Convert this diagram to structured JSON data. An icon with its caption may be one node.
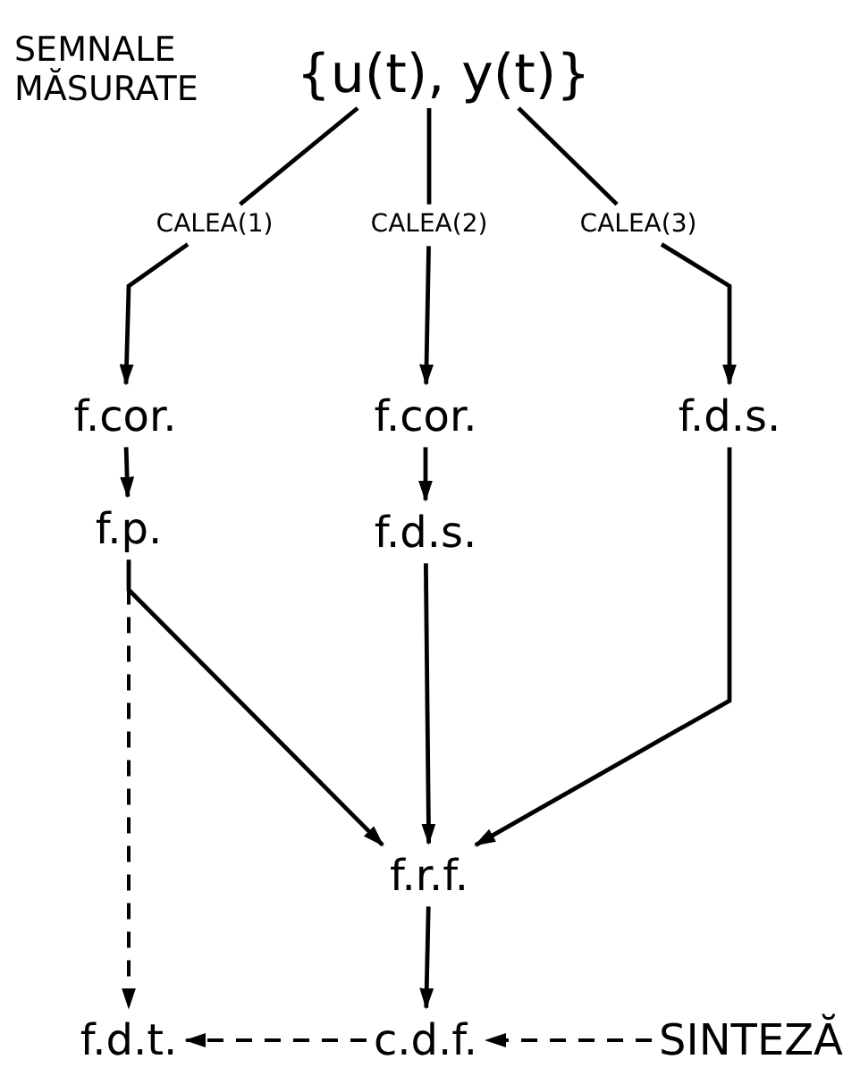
{
  "diagram": {
    "nodes": [
      {
        "text": [
          "{u(t), y(t)}"
        ],
        "beside": [
          "SEMNALE MĂSURATE"
        ]
      },
      {
        "text": [
          "CALEA(1)"
        ]
      },
      {
        "text": [
          "CALEA(2)"
        ]
      },
      {
        "text": [
          "CALEA(3)"
        ]
      },
      {
        "text": [
          "f.cor."
        ]
      },
      {
        "text": [
          "f.cor."
        ]
      },
      {
        "text": [
          "f.d.s."
        ]
      },
      {
        "text": [
          "f.p."
        ]
      },
      {
        "text": [
          "f.d.s."
        ]
      },
      {
        "text": [
          "f.r.f."
        ]
      },
      {
        "text": [
          "f.d.t."
        ]
      },
      {
        "text": [
          "c.d.f."
        ]
      },
      {
        "text": [
          "SINTEZĂ"
        ]
      }
    ],
    "edges": [
      {
        "from": 0,
        "to": 1,
        "arrow": "none"
      },
      {
        "from": 0,
        "to": 2,
        "arrow": "none"
      },
      {
        "from": 0,
        "to": 3,
        "arrow": "none"
      },
      {
        "from": 1,
        "to": 4,
        "arrow": "to"
      },
      {
        "from": 2,
        "to": 5,
        "arrow": "to"
      },
      {
        "from": 3,
        "to": 6,
        "arrow": "to"
      },
      {
        "from": 4,
        "to": 7,
        "arrow": "to"
      },
      {
        "from": 5,
        "to": 8,
        "arrow": "to"
      },
      {
        "from": 7,
        "to": 9,
        "arrow": "to"
      },
      {
        "from": 8,
        "to": 9,
        "arrow": "to"
      },
      {
        "from": 6,
        "to": 9,
        "arrow": "to"
      },
      {
        "from": 7,
        "to": 10,
        "arrow": "to",
        "style": "dashed"
      },
      {
        "from": 9,
        "to": 11,
        "arrow": "to"
      },
      {
        "from": 11,
        "to": 10,
        "arrow": "to",
        "style": "dashed"
      },
      {
        "from": 12,
        "to": 11,
        "arrow": "to",
        "style": "dashed"
      }
    ]
  }
}
